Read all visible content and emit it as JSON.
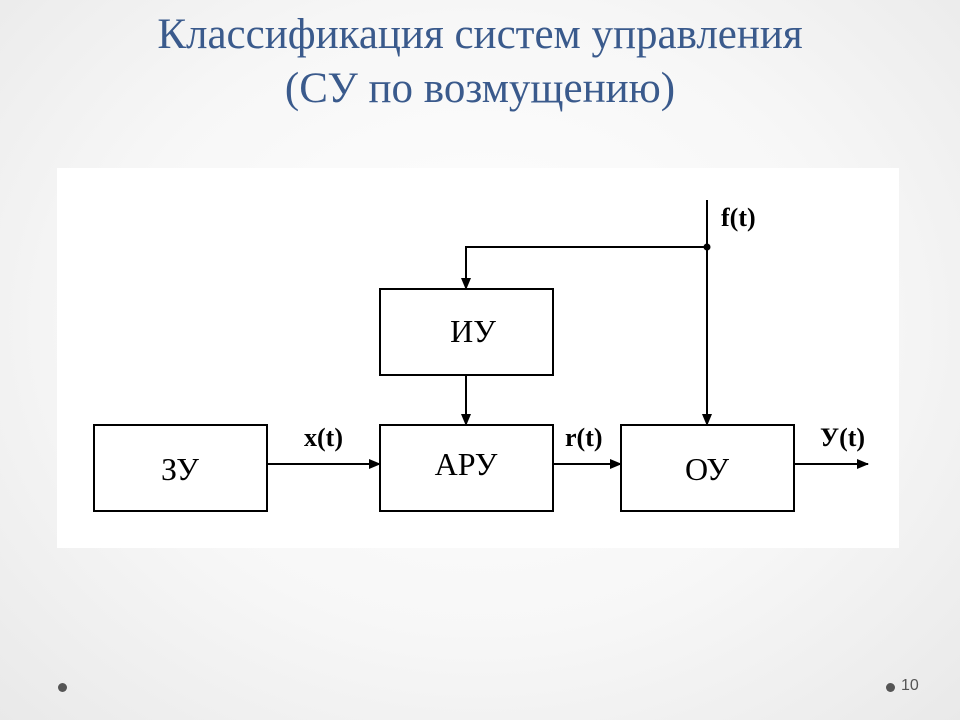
{
  "slide": {
    "title_line1": "Классификация систем управления",
    "title_line2": "(СУ по возмущению)",
    "page_number": "10"
  },
  "diagram": {
    "blocks": {
      "zu": "ЗУ",
      "aru": "АРУ",
      "ou": "ОУ",
      "iu": "ИУ"
    },
    "signals": {
      "x": "x(t)",
      "r": "r(t)",
      "y": "У(t)",
      "f": "f(t)"
    }
  }
}
